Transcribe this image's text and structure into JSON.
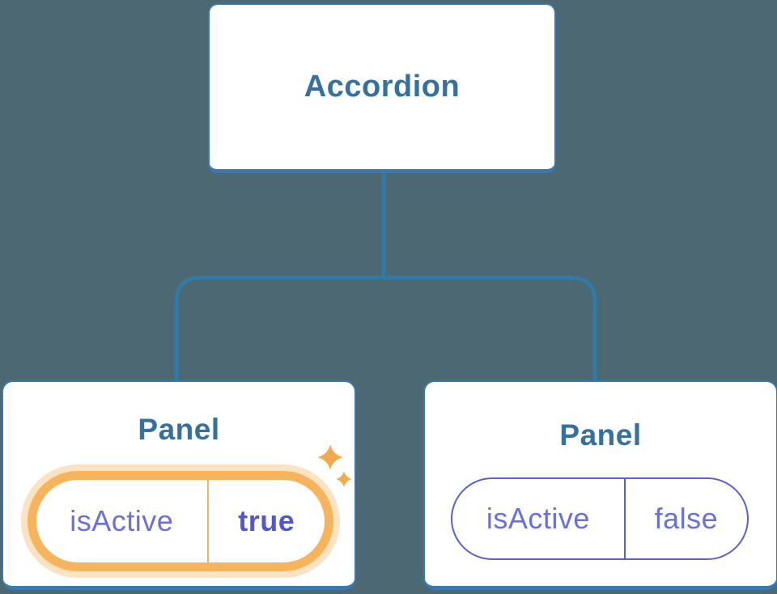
{
  "diagram": {
    "root": {
      "label": "Accordion"
    },
    "panels": [
      {
        "title": "Panel",
        "prop_name": "isActive",
        "prop_value": "true",
        "state": "active",
        "highlighted": true,
        "decoration": "sparkles-icon"
      },
      {
        "title": "Panel",
        "prop_name": "isActive",
        "prop_value": "false",
        "state": "inactive",
        "highlighted": false
      }
    ]
  },
  "colors": {
    "background": "#4B6873",
    "node_fill": "#FFFFFF",
    "node_border": "#3A78AE",
    "connector": "#2E7CAC",
    "title_text": "#35719E",
    "prop_text": "#6A70DA",
    "prop_value_active_text": "#5257CE",
    "pill_border": "#5A60D4",
    "highlight_border": "#F6B45C",
    "highlight_divider": "#F2B35C",
    "highlight_glow": "#FAE3C3",
    "sparkle": "#F2A94E"
  }
}
